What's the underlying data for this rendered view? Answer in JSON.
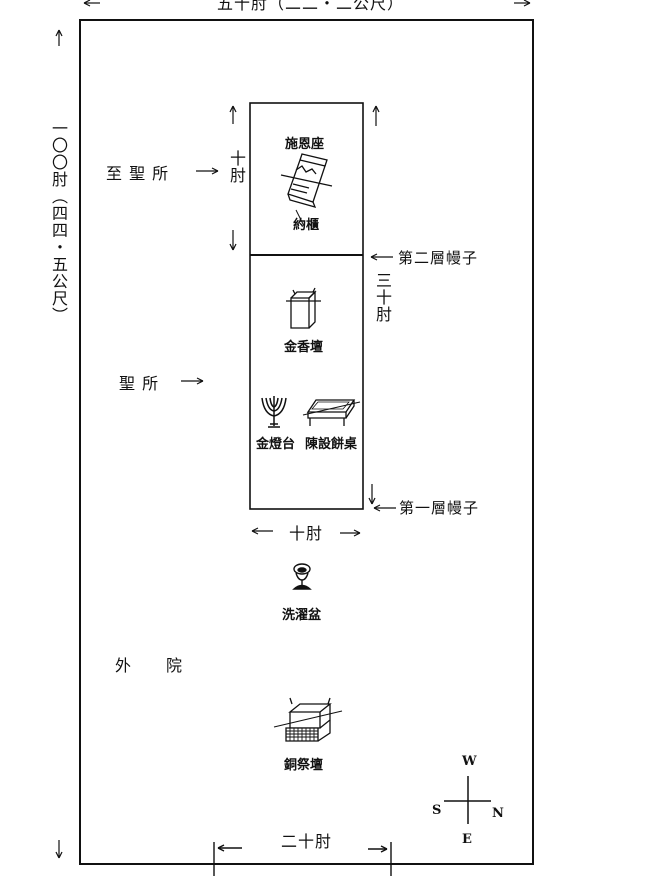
{
  "dimensions": {
    "top_width": "五十肘（二二・二公尺）",
    "left_height": "一〇〇肘（四四・五公尺）",
    "holy_of_holies_height": "十肘",
    "holy_place_height": "三十肘",
    "tabernacle_width": "十肘",
    "gate_width": "二十肘"
  },
  "areas": {
    "most_holy_place": "至 聖 所",
    "holy_place": "聖 所",
    "outer_court": "外　　院"
  },
  "veils": {
    "second_veil": "第二層幔子",
    "first_veil": "第一層幔子"
  },
  "furniture": {
    "mercy_seat": "施恩座",
    "ark": "約櫃",
    "incense_altar": "金香壇",
    "lampstand": "金燈台",
    "showbread_table": "陳設餅桌",
    "laver": "洗濯盆",
    "bronze_altar": "銅祭壇"
  },
  "compass": {
    "west": "W",
    "south": "S",
    "north": "N",
    "east": "E"
  },
  "arrows": {
    "right": "→",
    "left": "←",
    "up": "↑",
    "down": "↓"
  }
}
